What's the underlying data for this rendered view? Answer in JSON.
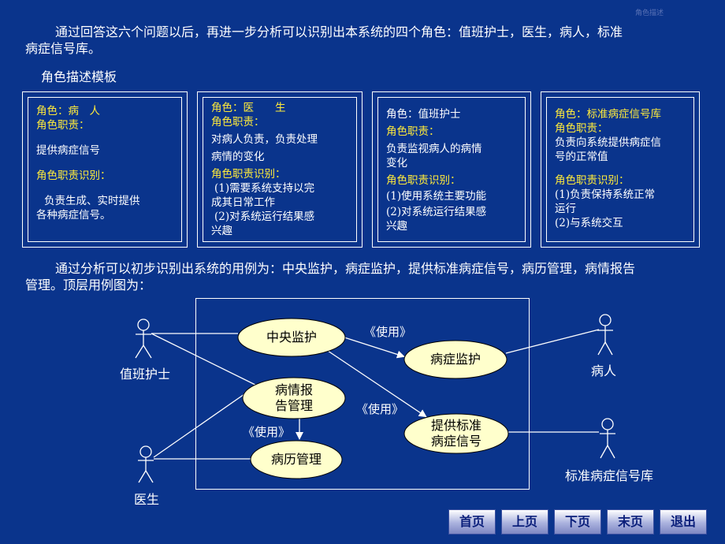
{
  "watermark": "角色描述",
  "intro": {
    "line1": "通过回答这六个问题以后，再进一步分析可以识别出本系统的四个角色：值班护士，医生，病人，标准",
    "line2": "病症信号库。"
  },
  "subtitle": "角色描述模板",
  "cards": [
    {
      "role": "角色：病　人",
      "duty_title": "角色职责：",
      "duty_lines": [
        "提供病症信号"
      ],
      "ident_title": "角色职责识别：",
      "ident_lines": [
        "负责生成、实时提供",
        "各种病症信号。"
      ]
    },
    {
      "role": "角色：医　　生",
      "duty_title": "角色职责：",
      "duty_lines": [
        "对病人负责，负责处理",
        "病情的变化"
      ],
      "ident_title": "角色职责识别：",
      "ident_lines": [
        "(1)需要系统支持以完",
        "成其日常工作",
        "(2)对系统运行结果感",
        "兴趣"
      ]
    },
    {
      "role": "角色：值班护士",
      "duty_title": "角色职责：",
      "duty_lines": [
        "负责监视病人的病情",
        "变化"
      ],
      "ident_title": "角色职责识别：",
      "ident_lines": [
        "(1)使用系统主要功能",
        "(2)对系统运行结果感",
        "兴趣"
      ]
    },
    {
      "role": "角色：标准病症信号库",
      "duty_title": "角色职责：",
      "duty_lines": [
        "负责向系统提供病症信",
        "号的正常值"
      ],
      "ident_title": "角色职责识别：",
      "ident_lines": [
        "(1)负责保持系统正常",
        "运行",
        "(2)与系统交互"
      ]
    }
  ],
  "analysis": {
    "line1": "通过分析可以初步识别出系统的用例为：中央监护，病症监护，提供标准病症信号，病历管理，病情报告",
    "line2": "管理。顶层用例图为："
  },
  "diagram": {
    "actors": {
      "nurse": "值班护士",
      "doctor": "医生",
      "patient": "病人",
      "signal_lib": "标准病症信号库"
    },
    "use_cases": {
      "central": "中央监护",
      "symptom": "病症监护",
      "report_line1": "病情报",
      "report_line2": "告管理",
      "record": "病历管理",
      "provide_line1": "提供标准",
      "provide_line2": "病症信号"
    },
    "use_label": "《使用》"
  },
  "nav": {
    "first": "首页",
    "prev": "上页",
    "next": "下页",
    "last": "末页",
    "exit": "退出"
  },
  "colors": {
    "background": "#0a348c",
    "ellipse_fill": "#ffffcc",
    "heading_yellow": "#ffeb3b"
  }
}
